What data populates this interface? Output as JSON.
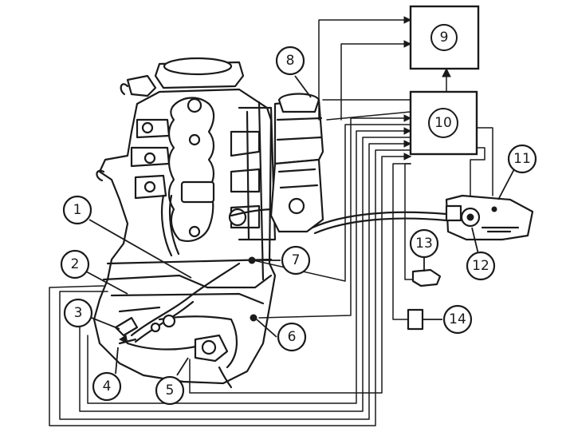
{
  "callouts": {
    "c1": "1",
    "c2": "2",
    "c3": "3",
    "c4": "4",
    "c5": "5",
    "c6": "6",
    "c7": "7",
    "c8": "8",
    "c11": "11",
    "c12": "12",
    "c13": "13",
    "c14": "14"
  },
  "boxes": {
    "b9": "9",
    "b10": "10"
  }
}
